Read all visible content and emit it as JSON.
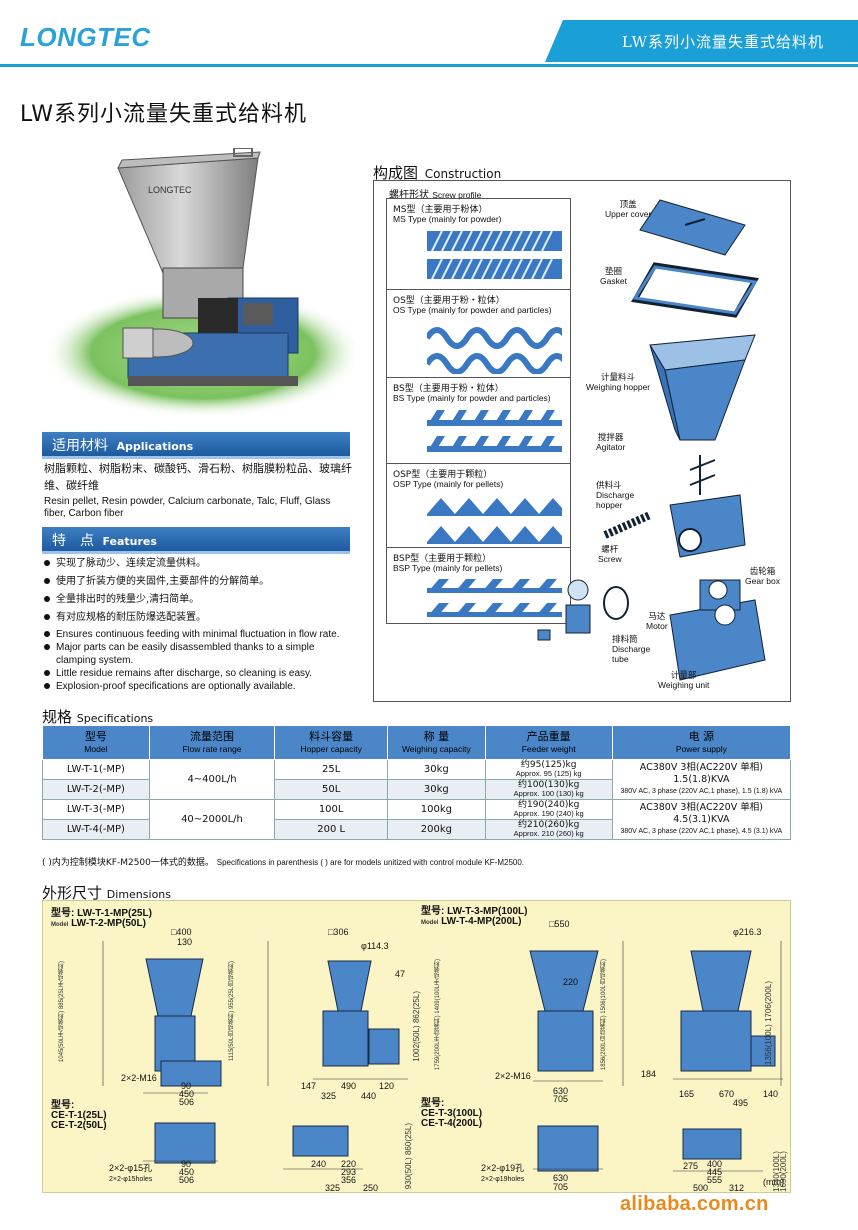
{
  "header": {
    "logo": "LONGTEC",
    "series_label": "LW系列小流量失重式给料机"
  },
  "page_title": "LW系列小流量失重式给料机",
  "photo": {
    "brand_label": "LONGTEC"
  },
  "applications": {
    "title_cn": "适用材料",
    "title_en": "Applications",
    "text_cn": "树脂颗粒、树脂粉末、碳酸钙、滑石粉、树脂膜粉粒品、玻璃纤维、碳纤维",
    "text_en": "Resin pellet, Resin powder, Calcium carbonate, Talc, Fluff, Glass fiber, Carbon fiber"
  },
  "features": {
    "title_cn": "特　点",
    "title_en": "Features",
    "items_cn": [
      "实现了脉动少、连续定流量供料。",
      "使用了折装方便的夹固件,主要部件的分解简单。",
      "全量排出时的残量少,清扫简单。",
      "有对应规格的耐压防爆选配装置。"
    ],
    "items_en": [
      "Ensures continuous feeding with minimal fluctuation in flow rate.",
      "Major parts can be easily disassembled thanks to a simple clamping system.",
      "Little residue remains after discharge, so cleaning is easy.",
      "Explosion-proof specifications are optionally available."
    ]
  },
  "construction": {
    "title_cn": "构成图",
    "title_en": "Construction",
    "screw_title_cn": "螺杆形状",
    "screw_title_en": "Screw profile",
    "screws": [
      {
        "cn": "MS型（主要用于粉体）",
        "en": "MS Type (mainly for powder)"
      },
      {
        "cn": "OS型（主要用于粉・粒体）",
        "en": "OS Type (mainly for powder and particles)"
      },
      {
        "cn": "BS型（主要用于粉・粒体）",
        "en": "BS Type (mainly for powder and particles)"
      },
      {
        "cn": "OSP型（主要用于颗粒）",
        "en": "OSP Type (mainly for pellets)"
      },
      {
        "cn": "BSP型（主要用于颗粒）",
        "en": "BSP Type (mainly for pellets)"
      }
    ],
    "parts": {
      "upper_cover_cn": "顶盖",
      "upper_cover_en": "Upper cover",
      "gasket_cn": "垫圈",
      "gasket_en": "Gasket",
      "hopper_cn": "计量料斗",
      "hopper_en": "Weighing hopper",
      "agitator_cn": "搅拌器",
      "agitator_en": "Agitator",
      "discharge_hopper_cn": "供料斗",
      "discharge_hopper_en1": "Discharge",
      "discharge_hopper_en2": "hopper",
      "screw_cn": "螺杆",
      "screw_en": "Screw",
      "gearbox_cn": "齿轮箱",
      "gearbox_en": "Gear box",
      "motor_cn": "马达",
      "motor_en": "Motor",
      "tube_cn": "排料筒",
      "tube_en1": "Discharge",
      "tube_en2": "tube",
      "weighing_unit_cn": "计量部",
      "weighing_unit_en": "Weighing unit"
    }
  },
  "specifications": {
    "title_cn": "规格",
    "title_en": "Specifications",
    "headers": [
      {
        "cn": "型号",
        "en": "Model"
      },
      {
        "cn": "流量范围",
        "en": "Flow rate range"
      },
      {
        "cn": "料斗容量",
        "en": "Hopper capacity"
      },
      {
        "cn": "称 量",
        "en": "Weighing capacity"
      },
      {
        "cn": "产品重量",
        "en": "Feeder weight"
      },
      {
        "cn": "电 源",
        "en": "Power supply"
      }
    ],
    "rows": [
      {
        "model": "LW-T-1(-MP)",
        "hopper": "25L",
        "weighing": "30kg",
        "weight_cn": "约95(125)kg",
        "weight_en": "Approx. 95 (125) kg"
      },
      {
        "model": "LW-T-2(-MP)",
        "hopper": "50L",
        "weighing": "30kg",
        "weight_cn": "约100(130)kg",
        "weight_en": "Approx. 100 (130) kg"
      },
      {
        "model": "LW-T-3(-MP)",
        "hopper": "100L",
        "weighing": "100kg",
        "weight_cn": "约190(240)kg",
        "weight_en": "Approx. 190 (240) kg"
      },
      {
        "model": "LW-T-4(-MP)",
        "hopper": "200 L",
        "weighing": "200kg",
        "weight_cn": "约210(260)kg",
        "weight_en": "Approx. 210 (260) kg"
      }
    ],
    "flow_a": "4~400L/h",
    "flow_b": "40~2000L/h",
    "power_a_cn": "AC380V 3相(AC220V 单相) 1.5(1.8)KVA",
    "power_a_en": "380V AC, 3 phase (220V AC,1 phase), 1.5 (1.8) kVA",
    "power_b_cn": "AC380V 3相(AC220V 单相) 4.5(3.1)KVA",
    "power_b_en": "380V AC, 3 phase (220V AC,1 phase), 4.5 (3.1) kVA",
    "note_cn": "( )内为控制模块KF-M2500一体式的数据。",
    "note_en": "Specifications in parenthesis ( ) are for models unitized with control module KF-M2500."
  },
  "dimensions": {
    "title_cn": "外形尺寸",
    "title_en": "Dimensions",
    "model_label_cn": "型号:",
    "model_label_en": "Model",
    "group1_models": [
      "LW-T-1-MP(25L)",
      "LW-T-2-MP(50L)"
    ],
    "group2_models": [
      "LW-T-3-MP(100L)",
      "LW-T-4-MP(200L)"
    ],
    "ce1_models": [
      "CE-T-1(25L)",
      "CE-T-2(50L)"
    ],
    "ce2_models": [
      "CE-T-3(100L)",
      "CE-T-4(200L)"
    ],
    "unit": "(mm)",
    "labels": {
      "d400": "□400",
      "d130": "130",
      "d306": "□306",
      "d1143": "φ114.3",
      "d47": "47",
      "d490": "490",
      "d440": "440",
      "d120": "120",
      "d325": "325",
      "d147": "147",
      "d90": "90",
      "d450": "450",
      "d506": "506",
      "m16": "2×2-M16",
      "d550": "□550",
      "d2163": "φ216.3",
      "d220": "220",
      "d630": "630",
      "d705": "705",
      "d165": "165",
      "d670": "670",
      "d495": "495",
      "d140": "140",
      "d184": "184",
      "d500": "500",
      "d312": "312",
      "d240": "240",
      "d220b": "220",
      "d293": "293",
      "d356": "356",
      "d250": "250",
      "d275": "275",
      "d400b": "400",
      "d445": "445",
      "d555": "555",
      "h15": "2×2-φ15孔",
      "h15en": "2×2-φ15holes",
      "h19": "2×2-φ19孔",
      "h19en": "2×2-φ19holes",
      "v1": "1045(50L手动装料)",
      "v2": "885(25L手动装料)",
      "v3": "1115(50L自动装料)",
      "v4": "955(25L自动装料)",
      "v5": "1759(200L手动装料)",
      "v6": "1409(100L手动装料)",
      "v7": "1856(200L自动装料)",
      "v8": "1506(100L自动装料)",
      "v9": "1356(100L)",
      "v10": "1706(200L)",
      "v11": "1002(50L)",
      "v12": "862(25L)",
      "v13": "930(50L)",
      "v14": "860(25L)",
      "v15": "1340(100L)",
      "v16": "1690(200L)"
    }
  },
  "footer": {
    "watermark": "alibaba.com.cn"
  },
  "colors": {
    "brand_blue": "#1aa0d6",
    "section_bar": "#2f6db4",
    "machine_blue": "#4a86c8",
    "dim_bg": "#fbf5c6",
    "watermark_orange": "#e98a1c"
  }
}
